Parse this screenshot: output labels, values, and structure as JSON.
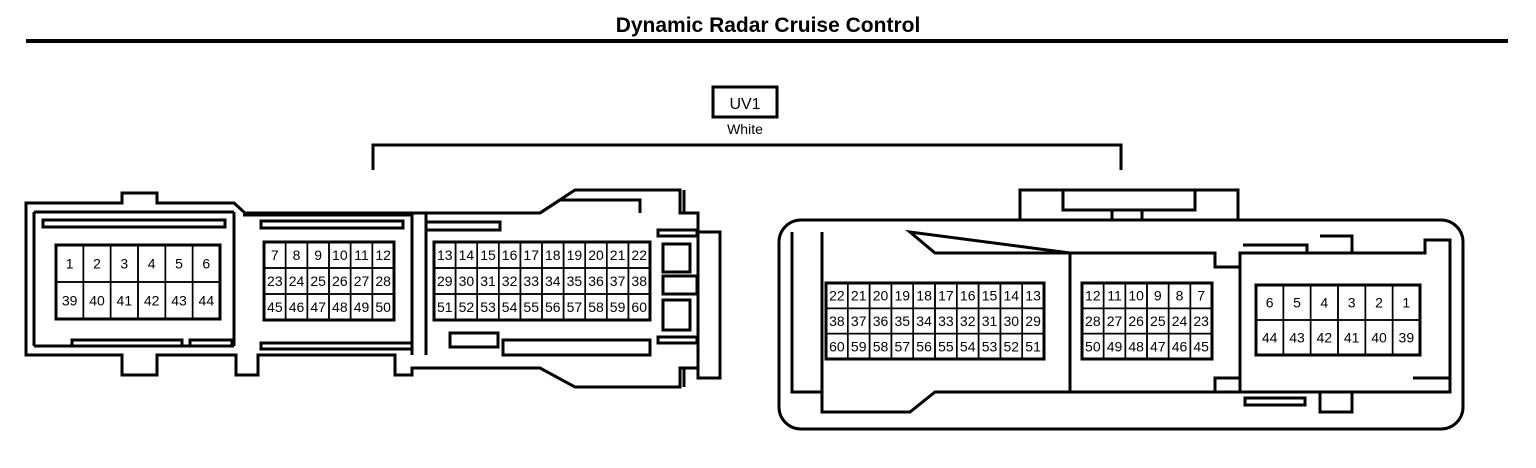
{
  "title": "Dynamic Radar Cruise Control",
  "connector": {
    "code": "UV1",
    "color": "White"
  },
  "left_view": {
    "block1": {
      "rows": [
        [
          "1",
          "2",
          "3",
          "4",
          "5",
          "6"
        ],
        [
          "39",
          "40",
          "41",
          "42",
          "43",
          "44"
        ]
      ]
    },
    "block2": {
      "rows": [
        [
          "7",
          "8",
          "9",
          "10",
          "11",
          "12"
        ],
        [
          "23",
          "24",
          "25",
          "26",
          "27",
          "28"
        ],
        [
          "45",
          "46",
          "47",
          "48",
          "49",
          "50"
        ]
      ]
    },
    "block3": {
      "rows": [
        [
          "13",
          "14",
          "15",
          "16",
          "17",
          "18",
          "19",
          "20",
          "21",
          "22"
        ],
        [
          "29",
          "30",
          "31",
          "32",
          "33",
          "34",
          "35",
          "36",
          "37",
          "38"
        ],
        [
          "51",
          "52",
          "53",
          "54",
          "55",
          "56",
          "57",
          "58",
          "59",
          "60"
        ]
      ]
    }
  },
  "right_view": {
    "block1": {
      "rows": [
        [
          "22",
          "21",
          "20",
          "19",
          "18",
          "17",
          "16",
          "15",
          "14",
          "13"
        ],
        [
          "38",
          "37",
          "36",
          "35",
          "34",
          "33",
          "32",
          "31",
          "30",
          "29"
        ],
        [
          "60",
          "59",
          "58",
          "57",
          "56",
          "55",
          "54",
          "53",
          "52",
          "51"
        ]
      ]
    },
    "block2": {
      "rows": [
        [
          "12",
          "11",
          "10",
          "9",
          "8",
          "7"
        ],
        [
          "28",
          "27",
          "26",
          "25",
          "24",
          "23"
        ],
        [
          "50",
          "49",
          "48",
          "47",
          "46",
          "45"
        ]
      ]
    },
    "block3": {
      "rows": [
        [
          "6",
          "5",
          "4",
          "3",
          "2",
          "1"
        ],
        [
          "44",
          "43",
          "42",
          "41",
          "40",
          "39"
        ]
      ]
    }
  }
}
